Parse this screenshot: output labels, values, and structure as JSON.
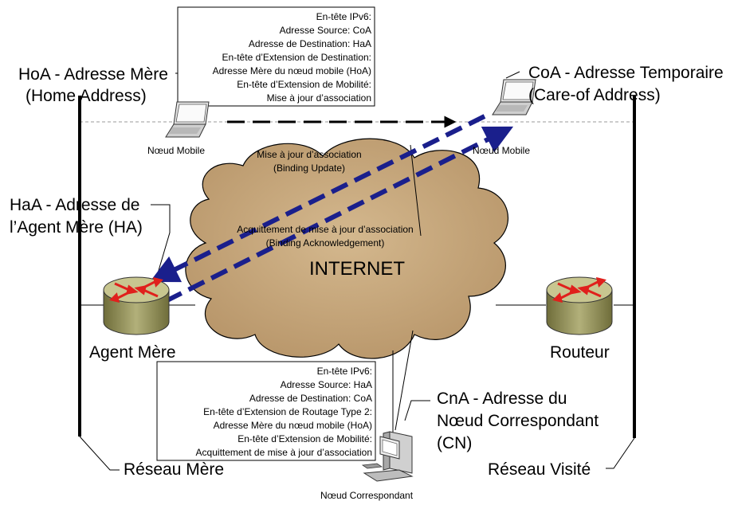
{
  "colors": {
    "cloud": "#c9a97b",
    "arrow_blue": "#1a1f8c",
    "router_body": "#9c9a63",
    "router_arrows": "#e0201c"
  },
  "labels": {
    "hoa_line1": "HoA - Adresse Mère",
    "hoa_line2": "(Home Address)",
    "coa_line1": "CoA - Adresse Temporaire",
    "coa_line2": "(Care-of Address)",
    "haa_line1": "HaA - Adresse de",
    "haa_line2": "l’Agent Mère (HA)",
    "cna_line1": "CnA - Adresse du",
    "cna_line2": "Nœud Correspondant",
    "cna_line3": "(CN)",
    "home_network": "Réseau Mère",
    "visited_network": "Réseau Visité",
    "home_agent": "Agent Mère",
    "router": "Routeur",
    "mobile_node_home": "Nœud Mobile",
    "mobile_node_visited": "Nœud Mobile",
    "correspondent_node": "Nœud Correspondant",
    "internet": "INTERNET",
    "bu_line1": "Mise à jour d’association",
    "bu_line2": "(Binding Update)",
    "ba_line1": "Acquittement de mise à jour d’association",
    "ba_line2": "(Binding Acknowledgement)"
  },
  "top_box": [
    "En-tête IPv6:",
    "Adresse Source: CoA",
    "Adresse de Destination: HaA",
    "En-tête d’Extension de Destination:",
    "Adresse Mère du nœud mobile (HoA)",
    "En-tête d’Extension de Mobilité:",
    "Mise à jour d’association"
  ],
  "bottom_box": [
    "En-tête IPv6:",
    "Adresse Source: HaA",
    "Adresse de Destination: CoA",
    "En-tête d’Extension de Routage Type 2:",
    "Adresse Mère du nœud mobile (HoA)",
    "En-tête d’Extension de Mobilité:",
    "Acquittement de mise à jour d’association"
  ]
}
